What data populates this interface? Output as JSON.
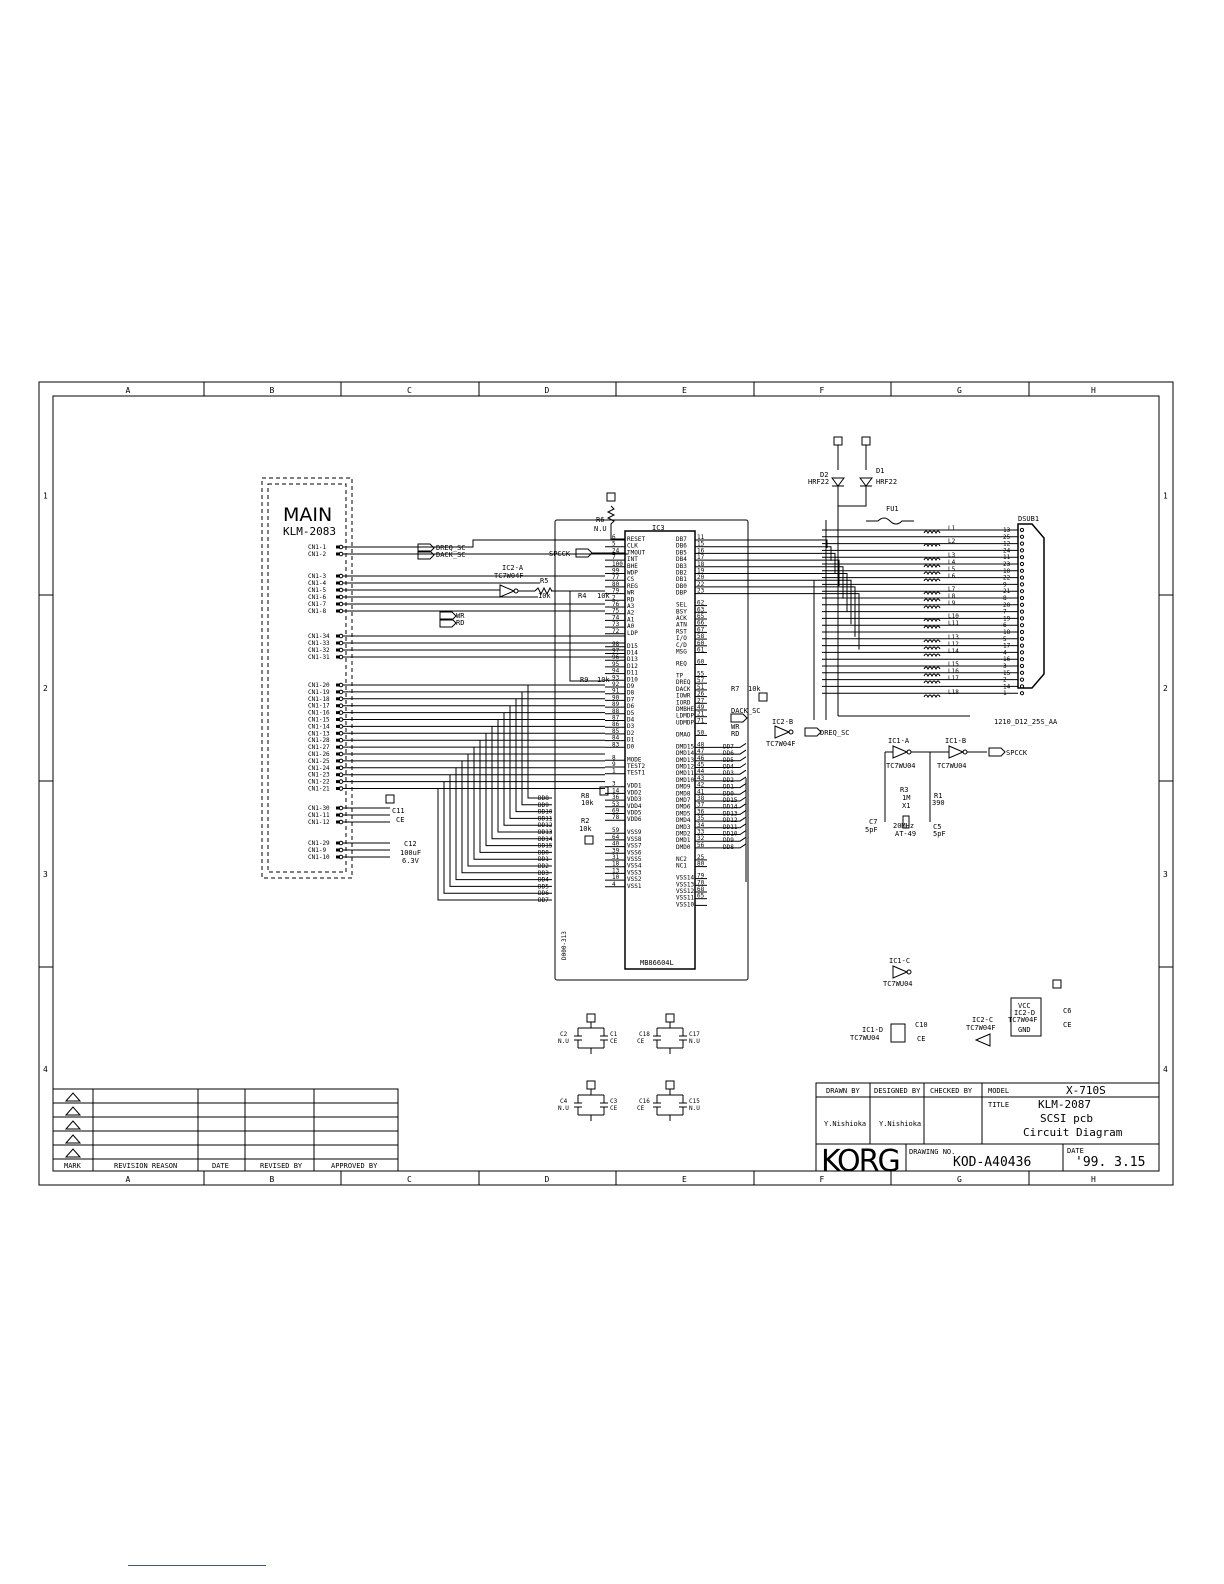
{
  "columns": [
    "A",
    "B",
    "C",
    "D",
    "E",
    "F",
    "G",
    "H"
  ],
  "rows": [
    "1",
    "2",
    "3",
    "4"
  ],
  "main_block": {
    "title": "MAIN",
    "part": "KLM-2083"
  },
  "cn_left_top": [
    "CN1-1",
    "CN1-2"
  ],
  "cn_left_mid": [
    "CN1-3",
    "CN1-4",
    "CN1-5",
    "CN1-6",
    "CN1-7",
    "CN1-8"
  ],
  "cn_left_addr": [
    "CN1-34",
    "CN1-33",
    "CN1-32",
    "CN1-31"
  ],
  "cn_left_data": [
    "CN1-20",
    "CN1-19",
    "CN1-18",
    "CN1-17",
    "CN1-16",
    "CN1-15",
    "CN1-14",
    "CN1-13",
    "CN1-28",
    "CN1-27",
    "CN1-26",
    "CN1-25",
    "CN1-24",
    "CN1-23",
    "CN1-22",
    "CN1-21"
  ],
  "cn_left_pwr": [
    "CN1-30",
    "CN1-11",
    "CN1-12"
  ],
  "cn_left_gnd": [
    "CN1-29",
    "CN1-9",
    "CN1-10"
  ],
  "signals": {
    "dreq": "DREQ_SC",
    "dack": "DACK_SC",
    "spcck": "SPCCK",
    "wr": "WR",
    "rd": "RD",
    "dreq_out": "DREQ_SC"
  },
  "ic3": {
    "name": "IC3",
    "part": "MB86604L",
    "left_pins": [
      "RESET",
      "CLK",
      "TMOUT",
      "INT",
      "BHE",
      "WDP",
      "CS",
      "REG",
      "WR",
      "RD",
      "A3",
      "A2",
      "A1",
      "A0",
      "LDP",
      "D15",
      "D14",
      "D13",
      "D12",
      "D11",
      "D10",
      "D9",
      "D8",
      "D7",
      "D6",
      "D5",
      "D4",
      "D3",
      "D2",
      "D1",
      "D0",
      "MODE",
      "TEST2",
      "TEST1",
      "VDD1",
      "VDD2",
      "VDD3",
      "VDD4",
      "VDD5",
      "VDD6",
      "VSS9",
      "VSS8",
      "VSS7",
      "VSS6",
      "VSS5",
      "VSS4",
      "VSS3",
      "VSS2",
      "VSS1"
    ],
    "left_nums": [
      "6",
      "5",
      "24",
      "7",
      "100",
      "99",
      "77",
      "80",
      "79",
      "2",
      "76",
      "75",
      "74",
      "73",
      "72",
      "98",
      "97",
      "96",
      "95",
      "94",
      "93",
      "92",
      "91",
      "90",
      "89",
      "88",
      "87",
      "86",
      "85",
      "84",
      "83",
      "8",
      "9",
      "1",
      "3",
      "14",
      "36",
      "53",
      "69",
      "78",
      "59",
      "64",
      "40",
      "39",
      "31",
      "18",
      "13",
      "10",
      "4"
    ],
    "right_pins": [
      "DB7",
      "DB6",
      "DB5",
      "DB4",
      "DB3",
      "DB2",
      "DB1",
      "DB0",
      "DBP",
      "SEL",
      "BSY",
      "ACK",
      "ATN",
      "RST",
      "I/O",
      "C/D",
      "MSG",
      "REQ",
      "TP",
      "DREQ",
      "DACK",
      "IOWR",
      "IORD",
      "DMBHE",
      "LDMDP",
      "UDMDP",
      "DMAO",
      "DMD15",
      "DMD14",
      "DMD13",
      "DMD12",
      "DMD11",
      "DMD10",
      "DMD9",
      "DMD8",
      "DMD7",
      "DMD6",
      "DMD5",
      "DMD4",
      "DMD3",
      "DMD2",
      "DMD1",
      "DMD0",
      "NC2",
      "NC1",
      "VSS14",
      "VSS13",
      "VSS12",
      "VSS11",
      "VSS10"
    ],
    "right_nums": [
      "11",
      "15",
      "16",
      "17",
      "18",
      "19",
      "20",
      "22",
      "23",
      "62",
      "63",
      "65",
      "66",
      "67",
      "58",
      "60",
      "61",
      "60",
      "55",
      "57",
      "51",
      "26",
      "27",
      "49",
      "21",
      "71",
      "50",
      "48",
      "47",
      "46",
      "45",
      "44",
      "43",
      "42",
      "41",
      "38",
      "37",
      "36",
      "35",
      "34",
      "33",
      "32",
      "56",
      "25",
      "80",
      "79",
      "70",
      "68",
      "65"
    ],
    "dmd_labels": [
      "DD7",
      "DD6",
      "DD5",
      "DD4",
      "DD3",
      "DD2",
      "DD1",
      "DD0",
      "DD15",
      "DD14",
      "DD13",
      "DD12",
      "DD11",
      "DD10",
      "DD9",
      "DD8"
    ]
  },
  "dd_labels": [
    "DD8",
    "DD9",
    "DD10",
    "DD11",
    "DD12",
    "DD13",
    "DD14",
    "DD15",
    "DD0",
    "DD1",
    "DD2",
    "DD3",
    "DD4",
    "DD5",
    "DD6",
    "DD7"
  ],
  "parts": {
    "ic2a": {
      "name": "IC2-A",
      "part": "TC7W04F"
    },
    "ic2b": {
      "name": "IC2-B",
      "part": "TC7W04F"
    },
    "ic2c": {
      "name": "IC2-C",
      "part": "TC7W04F"
    },
    "ic2d": {
      "name": "IC2-D",
      "part": "TC7W04F",
      "vcc": "VCC",
      "gnd": "GND"
    },
    "ic1a": {
      "name": "IC1-A",
      "part": "TC7WU04"
    },
    "ic1b": {
      "name": "IC1-B",
      "part": "TC7WU04"
    },
    "ic1c": {
      "name": "IC1-C",
      "part": "TC7WU04"
    },
    "ic1d": {
      "name": "IC1-D",
      "part": "TC7WU04"
    },
    "r1": {
      "name": "R1",
      "value": "390"
    },
    "r2": {
      "name": "R2",
      "value": "10k"
    },
    "r3": {
      "name": "R3",
      "value": "1M"
    },
    "r4": {
      "name": "R4",
      "value": "10k"
    },
    "r5": {
      "name": "R5",
      "value": "10k"
    },
    "r6": {
      "name": "R6",
      "value": "N.U"
    },
    "r7": {
      "name": "R7",
      "value": "10k"
    },
    "r8": {
      "name": "R8",
      "value": "10k"
    },
    "r9": {
      "name": "R9",
      "value": "10k"
    },
    "x1": {
      "name": "X1",
      "value": "20MHz",
      "sub": "AT-49"
    },
    "c5": {
      "name": "C5",
      "value": "5pF"
    },
    "c7": {
      "name": "C7",
      "value": "5pF"
    },
    "c11": {
      "name": "C11",
      "value": "CE"
    },
    "c12": {
      "name": "C12",
      "value": "100uF",
      "v": "6.3V"
    },
    "d1": {
      "name": "D1",
      "value": "HRF22"
    },
    "d2": {
      "name": "D2",
      "value": "HRF22"
    },
    "fu1": {
      "name": "FU1"
    },
    "dsub": {
      "name": "DSUB1",
      "part": "1210_D12_25S_AA"
    },
    "ic3_ref": "D000-313",
    "caps": [
      {
        "name": "C2",
        "value": "N.U"
      },
      {
        "name": "C1",
        "value": "CE"
      },
      {
        "name": "C18",
        "value": "CE"
      },
      {
        "name": "C17",
        "value": "N.U"
      },
      {
        "name": "C4",
        "value": "N.U"
      },
      {
        "name": "C3",
        "value": "CE"
      },
      {
        "name": "C16",
        "value": "CE"
      },
      {
        "name": "C15",
        "value": "N.U"
      },
      {
        "name": "C10",
        "value": "CE"
      },
      {
        "name": "C6",
        "value": "CE"
      }
    ]
  },
  "dsub_pins": [
    "13",
    "25",
    "12",
    "24",
    "11",
    "23",
    "10",
    "22",
    "9",
    "21",
    "8",
    "20",
    "7",
    "19",
    "6",
    "18",
    "5",
    "17",
    "4",
    "16",
    "3",
    "15",
    "2",
    "14",
    "1"
  ],
  "inductors": [
    "L1",
    "L2",
    "L3",
    "L4",
    "L5",
    "L6",
    "L7",
    "L8",
    "L9",
    "L10",
    "L11",
    "L13",
    "L12",
    "L14",
    "L15",
    "L16",
    "L17",
    "L18"
  ],
  "revision_table": {
    "headers": [
      "MARK",
      "REVISION REASON",
      "DATE",
      "REVISED BY",
      "APPROVED BY"
    ]
  },
  "title_block": {
    "drawn_by_label": "DRAWN BY",
    "designed_by_label": "DESIGNED BY",
    "checked_by_label": "CHECKED BY",
    "model_label": "MODEL",
    "model": "X-710S",
    "title_label": "TITLE",
    "title_1": "KLM-2087",
    "title_2": "SCSI pcb",
    "title_3": "Circuit Diagram",
    "drawn_by": "Y.Nishioka",
    "designed_by": "Y.Nishioka",
    "brand": "KORG",
    "drawing_no_label": "DRAWING NO.",
    "drawing_no": "KOD-A40436",
    "date_label": "DATE",
    "date": "'99. 3.15"
  }
}
